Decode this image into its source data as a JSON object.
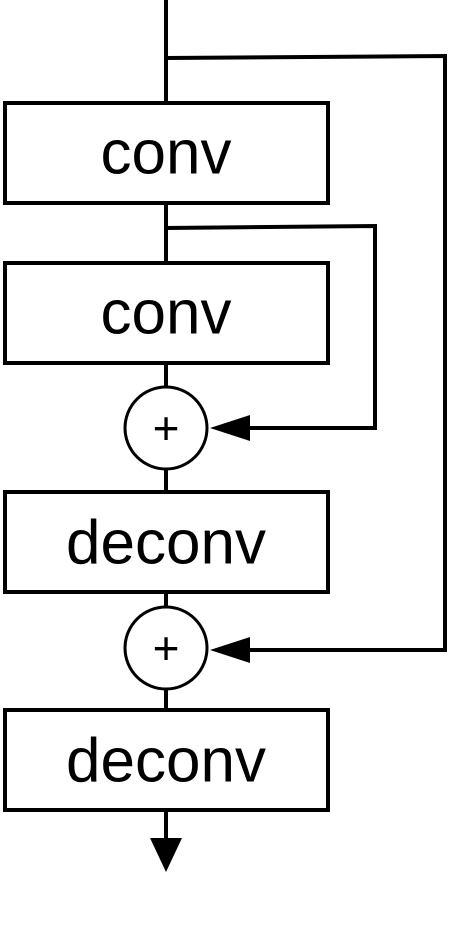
{
  "diagram": {
    "blocks": [
      {
        "id": "conv1",
        "label": "conv"
      },
      {
        "id": "conv2",
        "label": "conv"
      },
      {
        "id": "deconv1",
        "label": "deconv"
      },
      {
        "id": "deconv2",
        "label": "deconv"
      }
    ],
    "add_nodes": [
      {
        "id": "add1",
        "symbol": "+"
      },
      {
        "id": "add2",
        "symbol": "+"
      }
    ],
    "skip_connections": [
      {
        "from": "conv2-input",
        "to": "add1"
      },
      {
        "from": "conv1-input",
        "to": "add2"
      }
    ],
    "colors": {
      "stroke": "#000000",
      "background": "#ffffff"
    }
  }
}
